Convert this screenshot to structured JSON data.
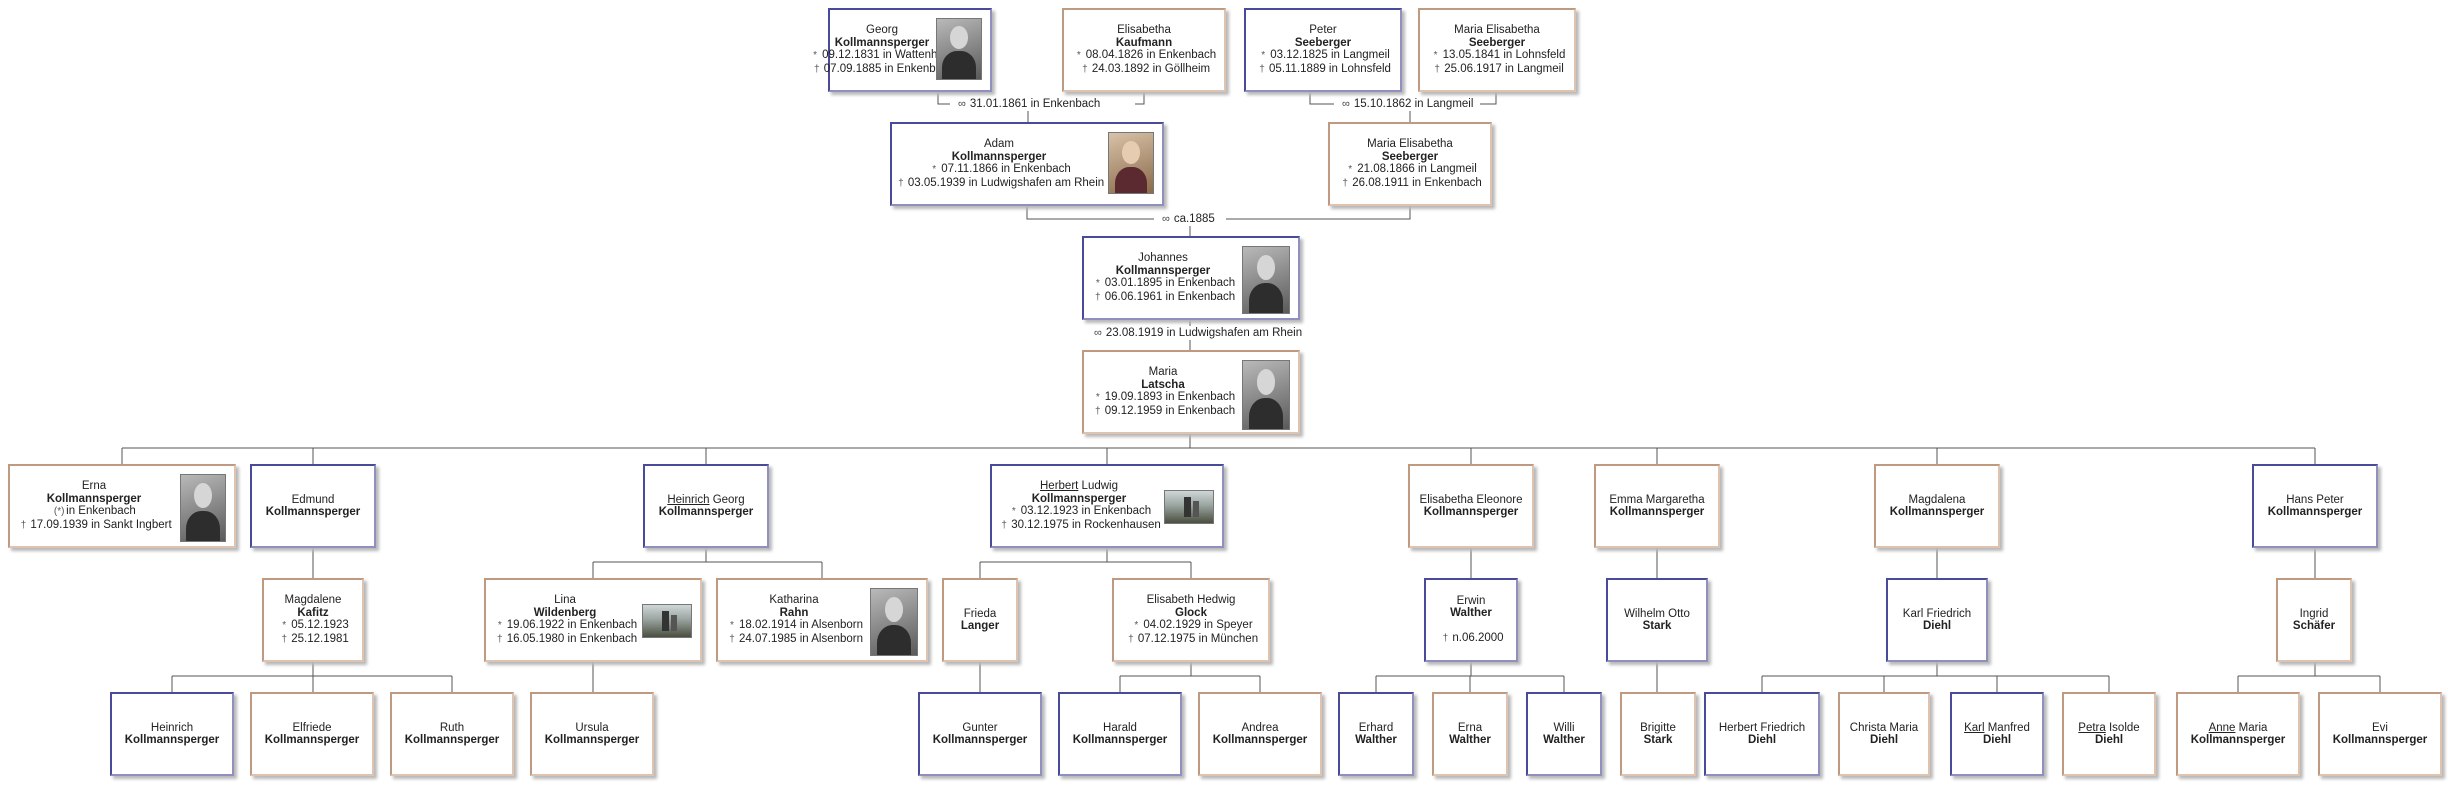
{
  "symbols": {
    "birth": "*",
    "death": "†",
    "marriage": "∞",
    "baptism": "(*)"
  },
  "persons": {
    "georg": {
      "given": "Georg",
      "surname": "Kollmannsperger",
      "birth": "09.12.1831 in Wattenheim",
      "death": "07.09.1885 in Enkenbach"
    },
    "elisabeth_k": {
      "given": "Elisabetha",
      "surname": "Kaufmann",
      "birth": "08.04.1826 in Enkenbach",
      "death": "24.03.1892 in Göllheim"
    },
    "peter": {
      "given": "Peter",
      "surname": "Seeberger",
      "birth": "03.12.1825 in Langmeil",
      "death": "05.11.1889 in Lohnsfeld"
    },
    "maria_el_s1": {
      "given": "Maria Elisabetha",
      "surname": "Seeberger",
      "birth": "13.05.1841 in Lohnsfeld",
      "death": "25.06.1917 in Langmeil"
    },
    "adam": {
      "given": "Adam",
      "surname": "Kollmannsperger",
      "birth": "07.11.1866 in Enkenbach",
      "death": "03.05.1939 in Ludwigshafen am Rhein"
    },
    "maria_el_s2": {
      "given": "Maria Elisabetha",
      "surname": "Seeberger",
      "birth": "21.08.1866 in Langmeil",
      "death": "26.08.1911 in Enkenbach"
    },
    "johannes": {
      "given": "Johannes",
      "surname": "Kollmannsperger",
      "birth": "03.01.1895 in Enkenbach",
      "death": "06.06.1961 in Enkenbach"
    },
    "maria_l": {
      "given": "Maria",
      "surname": "Latscha",
      "birth": "19.09.1893 in Enkenbach",
      "death": "09.12.1959 in Enkenbach"
    },
    "erna_k": {
      "given": "Erna",
      "surname": "Kollmannsperger",
      "baptism": "in Enkenbach",
      "death": "17.09.1939 in Sankt Ingbert"
    },
    "edmund": {
      "given": "Edmund",
      "surname": "Kollmannsperger"
    },
    "heinrich_g": {
      "given_u": "Heinrich",
      "given_rest": " Georg",
      "surname": "Kollmannsperger"
    },
    "herbert": {
      "given_u": "Herbert",
      "given_rest": " Ludwig",
      "surname": "Kollmannsperger",
      "birth": "03.12.1923 in Enkenbach",
      "death": "30.12.1975 in Rockenhausen"
    },
    "elisabetha_e": {
      "given": "Elisabetha Eleonore",
      "surname": "Kollmannsperger"
    },
    "emma_m": {
      "given": "Emma Margaretha",
      "surname": "Kollmannsperger"
    },
    "magdalena": {
      "given": "Magdalena",
      "surname": "Kollmannsperger"
    },
    "hans_peter": {
      "given": "Hans Peter",
      "surname": "Kollmannsperger"
    },
    "magdalene": {
      "given": "Magdalene",
      "surname": "Kafitz",
      "birth": "05.12.1923",
      "death": "25.12.1981"
    },
    "lina": {
      "given": "Lina",
      "surname": "Wildenberg",
      "birth": "19.06.1922 in Enkenbach",
      "death": "16.05.1980 in Enkenbach"
    },
    "katharina": {
      "given": "Katharina",
      "surname": "Rahn",
      "birth": "18.02.1914 in Alsenborn",
      "death": "24.07.1985 in Alsenborn"
    },
    "frieda": {
      "given": "Frieda",
      "surname": "Langer"
    },
    "elisabeth_h": {
      "given": "Elisabeth Hedwig",
      "surname": "Glock",
      "birth": "04.02.1929 in Speyer",
      "death": "07.12.1975 in München"
    },
    "erwin": {
      "given": "Erwin",
      "surname": "Walther",
      "death": "n.06.2000"
    },
    "wilhelm": {
      "given": "Wilhelm Otto",
      "surname": "Stark"
    },
    "karl_f": {
      "given": "Karl Friedrich",
      "surname": "Diehl"
    },
    "ingrid": {
      "given": "Ingrid",
      "surname": "Schäfer"
    },
    "heinrich_c": {
      "given": "Heinrich",
      "surname": "Kollmannsperger"
    },
    "elfriede": {
      "given": "Elfriede",
      "surname": "Kollmannsperger"
    },
    "ruth": {
      "given": "Ruth",
      "surname": "Kollmannsperger"
    },
    "ursula": {
      "given": "Ursula",
      "surname": "Kollmannsperger"
    },
    "gunter": {
      "given": "Gunter",
      "surname": "Kollmannsperger"
    },
    "harald": {
      "given": "Harald",
      "surname": "Kollmannsperger"
    },
    "andrea": {
      "given": "Andrea",
      "surname": "Kollmannsperger"
    },
    "erhard": {
      "given": "Erhard",
      "surname": "Walther"
    },
    "erna_w": {
      "given": "Erna",
      "surname": "Walther"
    },
    "willi": {
      "given": "Willi",
      "surname": "Walther"
    },
    "brigitte": {
      "given": "Brigitte",
      "surname": "Stark"
    },
    "herbert_f": {
      "given": "Herbert Friedrich",
      "surname": "Diehl"
    },
    "christa": {
      "given": "Christa Maria",
      "surname": "Diehl"
    },
    "karl_m": {
      "given_u": "Karl",
      "given_rest": " Manfred",
      "surname": "Diehl"
    },
    "petra": {
      "given_u": "Petra",
      "given_rest": " Isolde",
      "surname": "Diehl"
    },
    "anne": {
      "given_u": "Anne",
      "given_rest": " Maria",
      "surname": "Kollmannsperger"
    },
    "evi": {
      "given": "Evi",
      "surname": "Kollmannsperger"
    }
  },
  "marriages": {
    "m1": "31.01.1861 in Enkenbach",
    "m2": "15.10.1862 in Langmeil",
    "m3": "ca.1885",
    "m4": "23.08.1919 in Ludwigshafen am Rhein"
  },
  "colors": {
    "male_border": "#4a4a9a",
    "female_border": "#c09a80",
    "line": "#555555"
  }
}
